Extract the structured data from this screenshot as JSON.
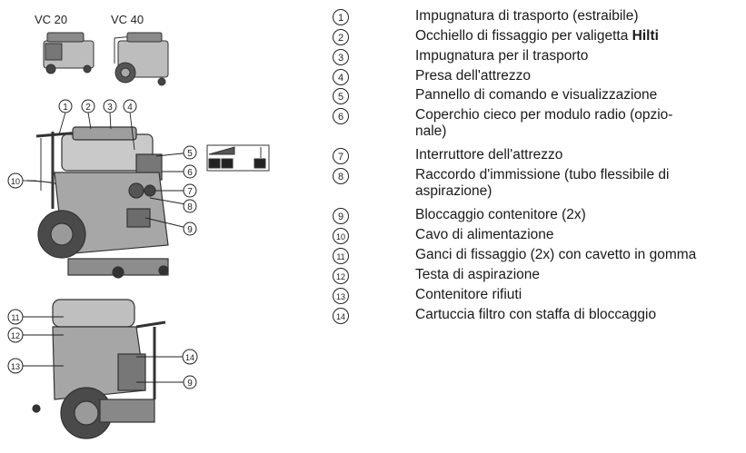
{
  "figure": {
    "models": [
      "VC 20",
      "VC 40"
    ]
  },
  "legend": [
    {
      "num": "1",
      "text": "Impugnatura di trasporto (estraibile)"
    },
    {
      "num": "2",
      "text": "Occhiello di fissaggio per valigetta ",
      "bold": "Hilti"
    },
    {
      "num": "3",
      "text": "Impugnatura per il trasporto"
    },
    {
      "num": "4",
      "text": "Presa dell'attrezzo"
    },
    {
      "num": "5",
      "text": "Pannello di comando e visualizzazione"
    },
    {
      "num": "6",
      "text": "Coperchio cieco per modulo radio (opzio-",
      "text2": "nale)"
    },
    {
      "num": "7",
      "text": "Interruttore dell'attrezzo"
    },
    {
      "num": "8",
      "text": "Raccordo d'immissione (tubo flessibile di",
      "text2": "aspirazione)"
    },
    {
      "num": "9",
      "text": "Bloccaggio contenitore (2x)"
    },
    {
      "num": "10",
      "text": "Cavo di alimentazione"
    },
    {
      "num": "11",
      "text": "Ganci di fissaggio (2x) con cavetto in gomma"
    },
    {
      "num": "12",
      "text": "Testa di aspirazione"
    },
    {
      "num": "13",
      "text": "Contenitore rifiuti"
    },
    {
      "num": "14",
      "text": "Cartuccia filtro con staffa di bloccaggio"
    }
  ]
}
